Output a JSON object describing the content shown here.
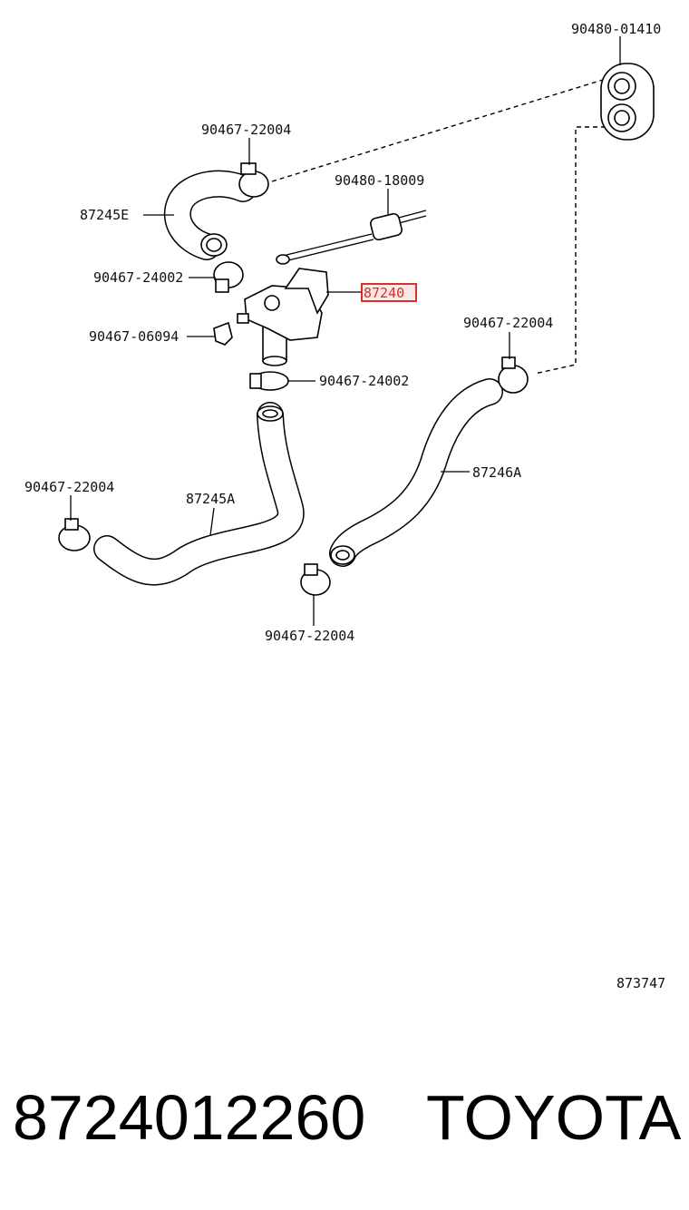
{
  "labels": {
    "grommet": "90480-01410",
    "clamp_top": "90467-22004",
    "cable": "90480-18009",
    "hose_e": "87245E",
    "clamp_upper_left": "90467-24002",
    "valve": "87240",
    "clip": "90467-06094",
    "clamp_mid": "90467-24002",
    "clamp_right": "90467-22004",
    "hose_right": "87246A",
    "clamp_left": "90467-22004",
    "hose_a": "87245A",
    "clamp_bottom": "90467-22004",
    "figure_code": "873747"
  },
  "footer": {
    "part_number": "8724012260",
    "brand": "TOYOTA"
  },
  "colors": {
    "highlight": "#d0342c",
    "line": "#000000",
    "background": "#ffffff"
  }
}
